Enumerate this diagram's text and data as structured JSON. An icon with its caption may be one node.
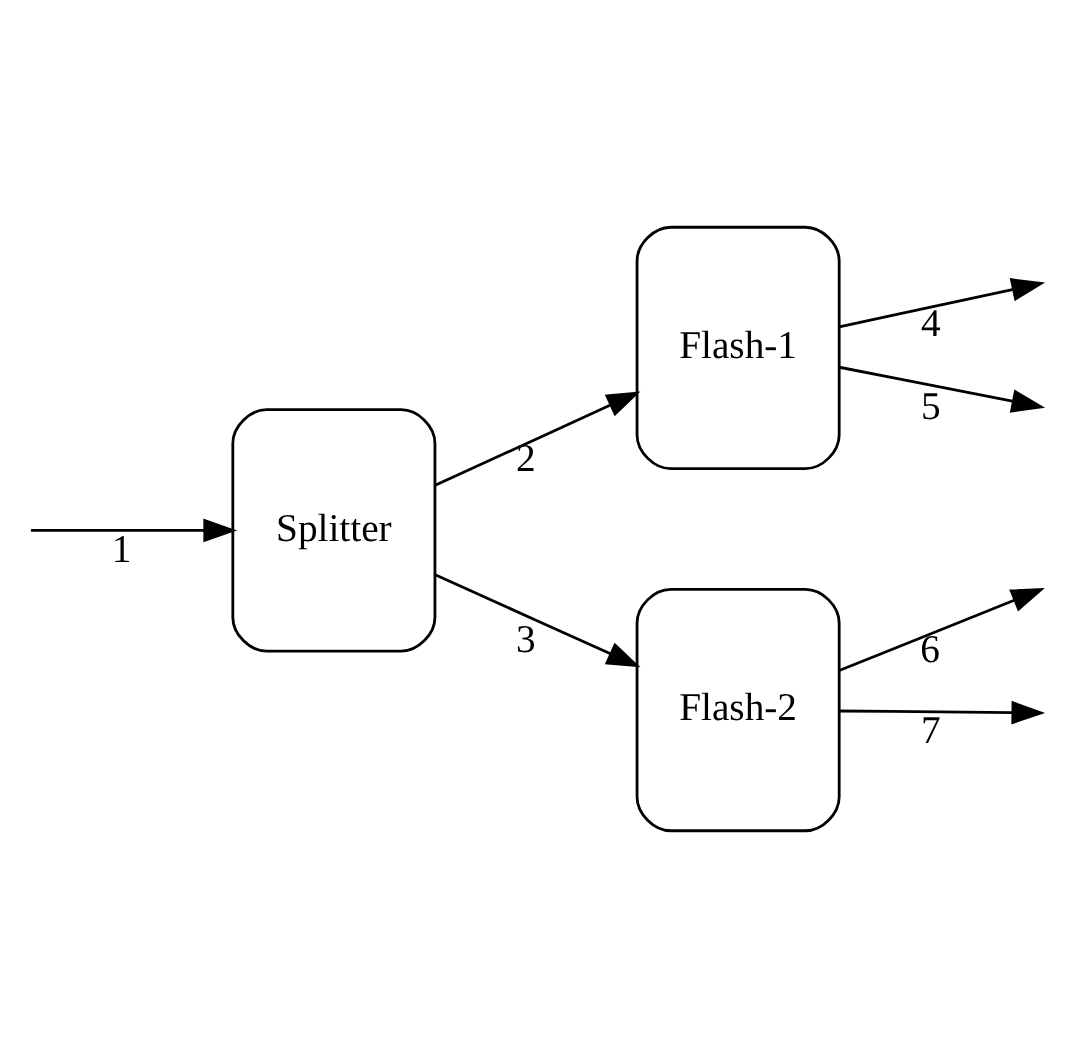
{
  "diagram": {
    "nodes": [
      {
        "text": [
          "Splitter"
        ]
      },
      {
        "text": [
          "Flash-1"
        ]
      },
      {
        "text": [
          "Flash-2"
        ]
      }
    ],
    "edges": [
      {
        "from": null,
        "to": 0,
        "arrow": "to",
        "label": "1"
      },
      {
        "from": 0,
        "to": 1,
        "arrow": "to",
        "label": "2"
      },
      {
        "from": 0,
        "to": 2,
        "arrow": "to",
        "label": "3"
      },
      {
        "from": 1,
        "to": null,
        "arrow": "to",
        "label": "4"
      },
      {
        "from": 1,
        "to": null,
        "arrow": "to",
        "label": "5"
      },
      {
        "from": 2,
        "to": null,
        "arrow": "to",
        "label": "6"
      },
      {
        "from": 2,
        "to": null,
        "arrow": "to",
        "label": "7"
      }
    ]
  }
}
